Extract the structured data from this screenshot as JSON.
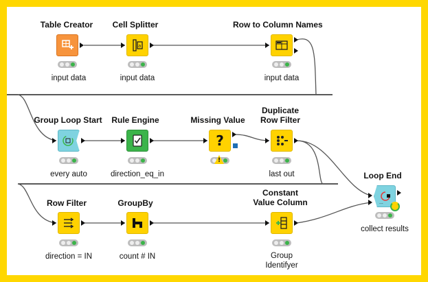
{
  "nodes": {
    "table_creator": {
      "title": "Table Creator",
      "label": "input data"
    },
    "cell_splitter": {
      "title": "Cell Splitter",
      "label": "input data"
    },
    "row_to_col": {
      "title": "Row to Column Names",
      "label": "input data"
    },
    "group_loop_start": {
      "title": "Group Loop Start",
      "label": "every auto"
    },
    "rule_engine": {
      "title": "Rule Engine",
      "label": "direction_eq_in"
    },
    "missing_value": {
      "title": "Missing Value",
      "label": ""
    },
    "dup_row_filter": {
      "title_line1": "Duplicate",
      "title_line2": "Row Filter",
      "label": "last out"
    },
    "loop_end": {
      "title": "Loop End",
      "label": "collect results"
    },
    "row_filter": {
      "title": "Row Filter",
      "label": "direction = IN"
    },
    "groupby": {
      "title": "GroupBy",
      "label": "count # IN"
    },
    "constant_value": {
      "title_line1": "Constant",
      "title_line2": "Value Column",
      "label_line1": "Group",
      "label_line2": "Identifyer"
    }
  },
  "colors": {
    "frame": "#ffd700",
    "source_node": "#f7943d",
    "manipulator_node": "#ffd200",
    "loop_node": "#7fd3e0",
    "other_node": "#3bb44a"
  },
  "icons": {
    "table_creator": "table-plus-icon",
    "cell_splitter": "split-column-icon",
    "row_to_col": "row-to-column-icon",
    "group_loop_start": "loop-start-icon",
    "rule_engine": "rule-check-icon",
    "missing_value": "question-mark-icon",
    "dup_row_filter": "duplicate-filter-icon",
    "loop_end": "loop-end-icon",
    "row_filter": "filter-rows-icon",
    "groupby": "groupby-icon",
    "constant_value": "constant-column-icon"
  }
}
